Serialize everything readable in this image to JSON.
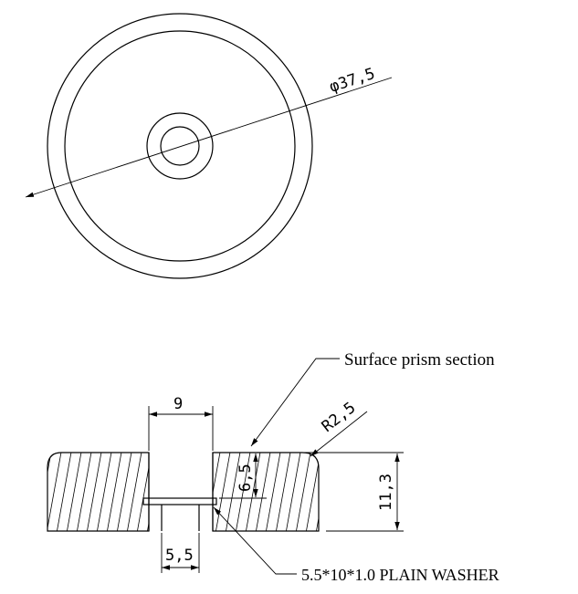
{
  "top_view": {
    "diameter_label": "φ37,5"
  },
  "section_view": {
    "surface_label": "Surface prism section",
    "radius_label": "R2,5",
    "counterbore_width_label": "9",
    "counterbore_depth_label": "6,5",
    "height_label": "11,3",
    "hole_width_label": "5,5",
    "washer_label": "5.5*10*1.0 PLAIN WASHER"
  }
}
